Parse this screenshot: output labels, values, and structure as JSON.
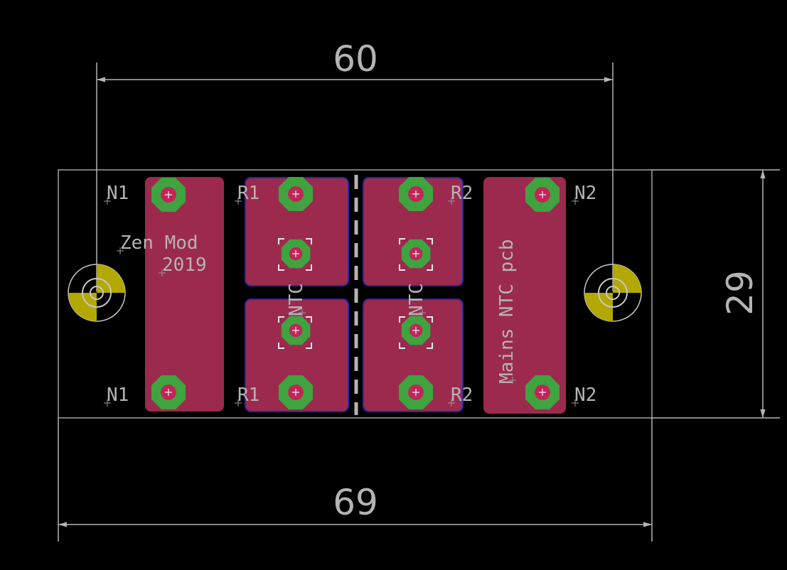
{
  "dimensions": {
    "top_width": "60",
    "bottom_width": "69",
    "height": "29"
  },
  "silkscreen": {
    "brand_line1": "Zen Mod",
    "brand_line2": "2019",
    "board_title": "Mains NTC pcb",
    "component_left": "NTC",
    "component_right": "NTC"
  },
  "pad_labels": {
    "n1_top": "N1",
    "n1_bottom": "N1",
    "r1_top": "R1",
    "r1_bottom": "R1",
    "r2_top": "R2",
    "r2_bottom": "R2",
    "n2_top": "N2",
    "n2_bottom": "N2"
  },
  "colors": {
    "background": "#000000",
    "copper": "#9b2a4e",
    "pad": "#3fa33f",
    "drill": "#c2245a",
    "mount": "#b3a800",
    "dimension": "#b4b4b4",
    "keepout": "#2a2aa8"
  }
}
